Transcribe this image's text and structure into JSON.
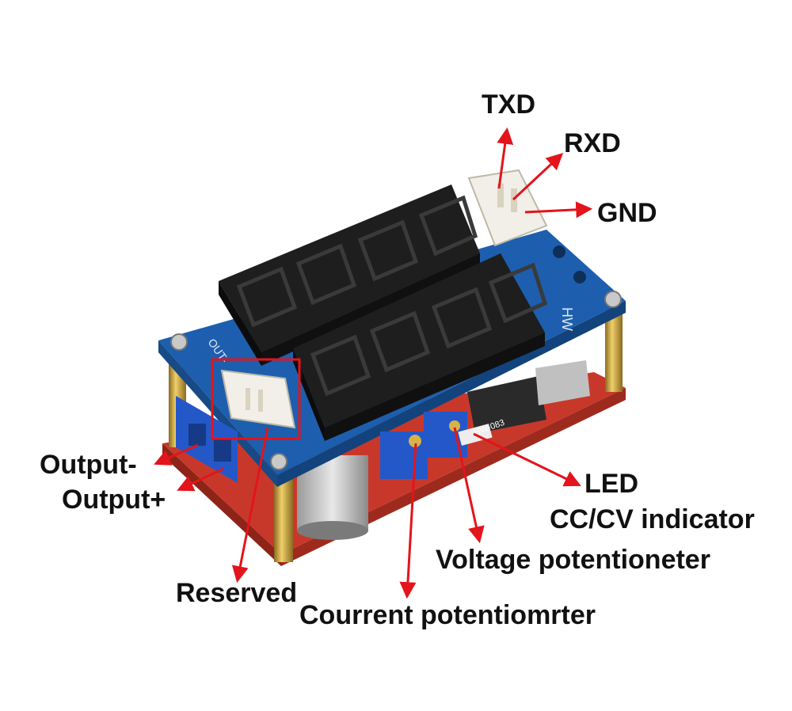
{
  "labels": {
    "txd": "TXD",
    "rxd": "RXD",
    "gnd": "GND",
    "output_minus": "Output-",
    "output_plus": "Output+",
    "led": "LED",
    "cc_cv_indicator": "CC/CV indicator",
    "voltage_pot": "Voltage potentioneter",
    "reserved": "Reserved",
    "current_pot": "Courrent potentiomrter"
  },
  "pcb_silkscreen": {
    "out_marking": "OUT-",
    "model_marking": "HW-083",
    "logo_marking": "HW"
  },
  "colors": {
    "arrow": "#e3141b",
    "highlight_box": "#e3141b",
    "pcb_blue": "#1d5fae",
    "pcb_red": "#c8382a",
    "display_black": "#1a1a1a",
    "terminal_blue": "#2458c8"
  }
}
